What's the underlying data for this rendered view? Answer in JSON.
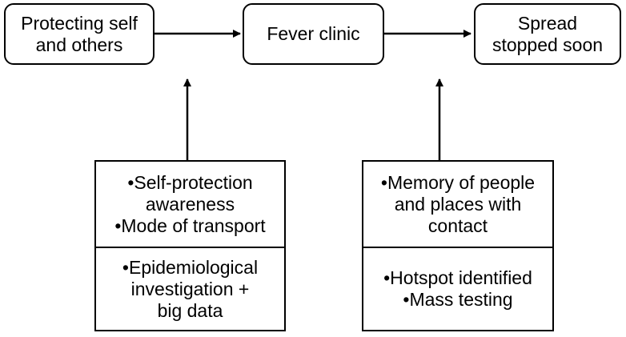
{
  "nodes": {
    "protecting": [
      "Protecting self",
      "and others"
    ],
    "fever_clinic": [
      "Fever clinic"
    ],
    "spread_stopped": [
      "Spread",
      "stopped soon"
    ]
  },
  "left_box": {
    "top": [
      "•Self-protection",
      "awareness",
      "•Mode of transport"
    ],
    "bottom": [
      "•Epidemiological",
      "investigation +",
      "big data"
    ]
  },
  "right_box": {
    "top": [
      "•Memory of people",
      "and places with",
      "contact"
    ],
    "bottom": [
      "•Hotspot identified",
      "•Mass testing"
    ]
  }
}
